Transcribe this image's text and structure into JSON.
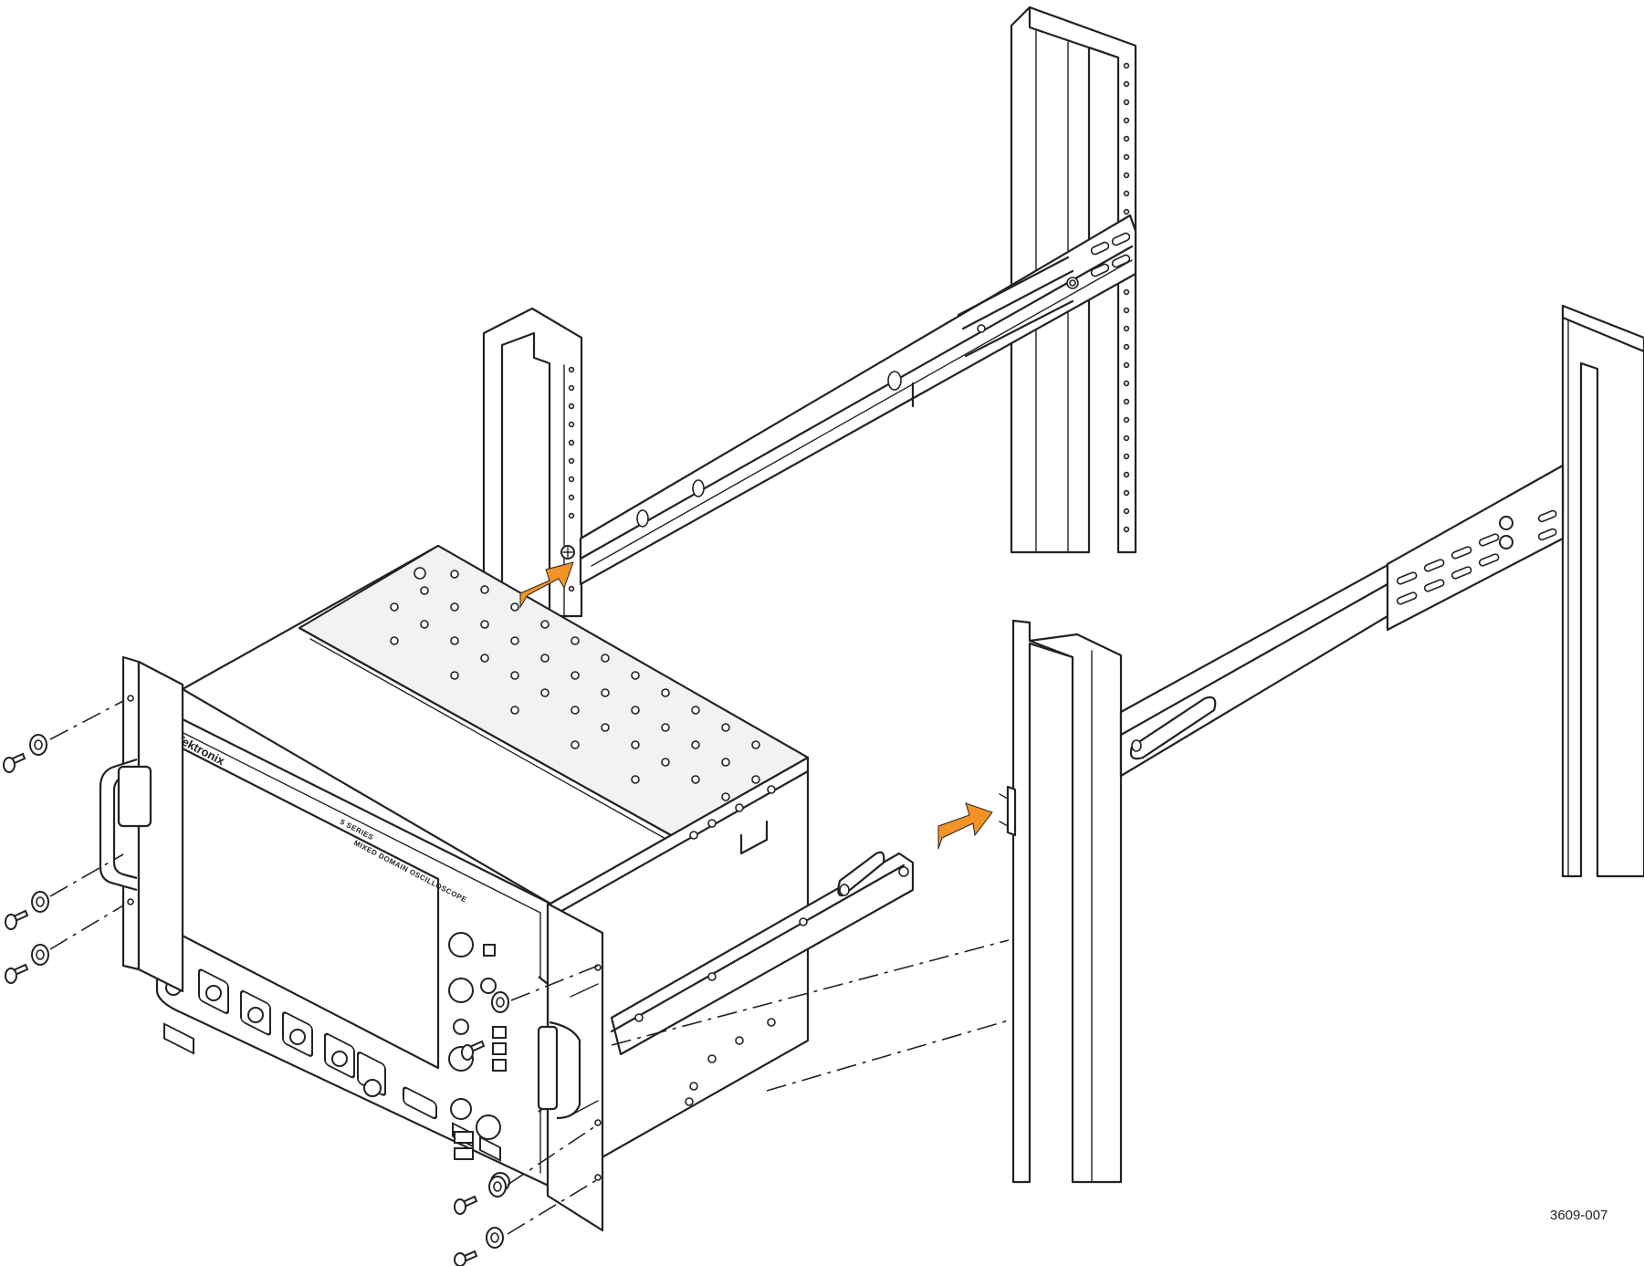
{
  "figure": {
    "label": "3609-007"
  },
  "instrument": {
    "brand": "Tektronix",
    "series": "5 SERIES",
    "model_text": "MIXED DOMAIN OSCILLOSCOPE"
  },
  "colors": {
    "arrow": "#f39325",
    "line": "#222222",
    "background": "#ffffff"
  }
}
